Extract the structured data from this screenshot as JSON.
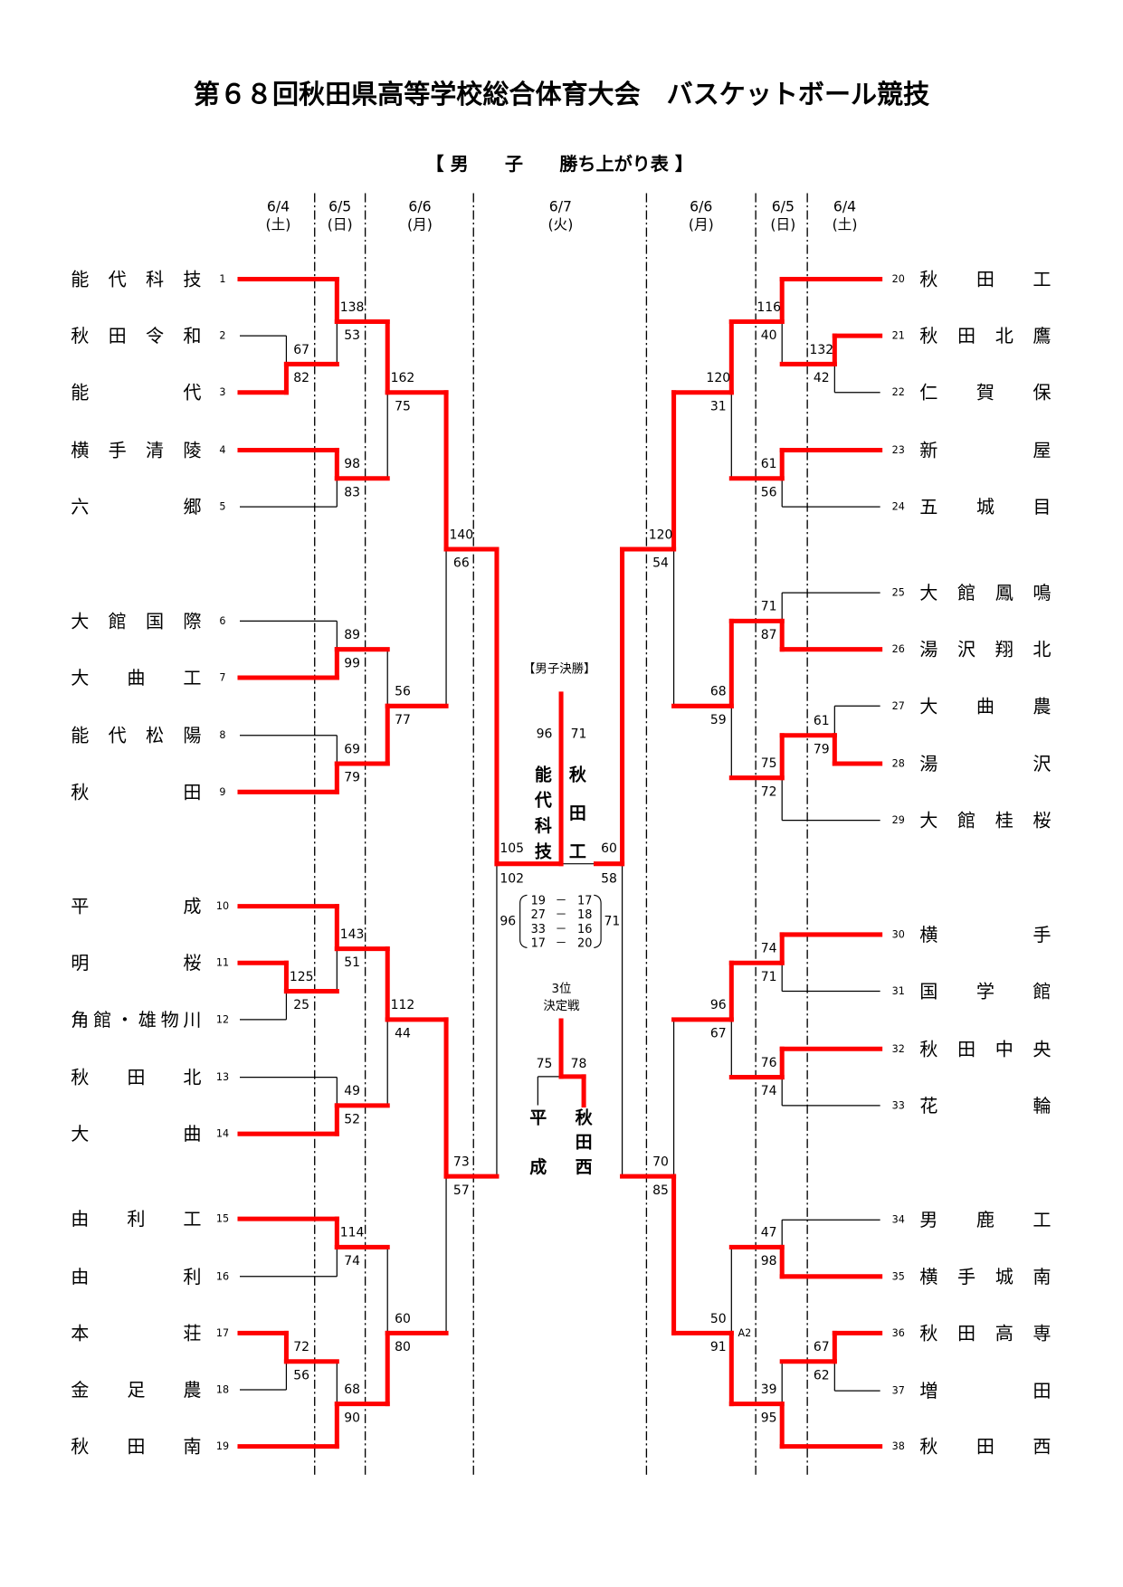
{
  "title": "第６８回秋田県高等学校総合体育大会　バスケットボール競技",
  "subtitle": "【 男　　子　　勝ち上がり表 】",
  "schedule": [
    {
      "date": "6/4",
      "day": "(土)"
    },
    {
      "date": "6/5",
      "day": "(日)"
    },
    {
      "date": "6/6",
      "day": "(月)"
    },
    {
      "date": "6/7",
      "day": "(火)"
    },
    {
      "date": "6/6",
      "day": "(月)"
    },
    {
      "date": "6/5",
      "day": "(日)"
    },
    {
      "date": "6/4",
      "day": "(土)"
    }
  ],
  "colors": {
    "winner_line": "#ff0000",
    "loser_line": "#000000"
  },
  "teams": [
    {
      "seed": 1,
      "name": "能代科技"
    },
    {
      "seed": 2,
      "name": "秋田令和"
    },
    {
      "seed": 3,
      "name": "能代"
    },
    {
      "seed": 4,
      "name": "横手清陵"
    },
    {
      "seed": 5,
      "name": "六郷"
    },
    {
      "seed": 6,
      "name": "大館国際"
    },
    {
      "seed": 7,
      "name": "大曲工"
    },
    {
      "seed": 8,
      "name": "能代松陽"
    },
    {
      "seed": 9,
      "name": "秋田"
    },
    {
      "seed": 10,
      "name": "平成"
    },
    {
      "seed": 11,
      "name": "明桜"
    },
    {
      "seed": 12,
      "name": "角館・雄物川"
    },
    {
      "seed": 13,
      "name": "秋田北"
    },
    {
      "seed": 14,
      "name": "大曲"
    },
    {
      "seed": 15,
      "name": "由利工"
    },
    {
      "seed": 16,
      "name": "由利"
    },
    {
      "seed": 17,
      "name": "本荘"
    },
    {
      "seed": 18,
      "name": "金足農"
    },
    {
      "seed": 19,
      "name": "秋田南"
    },
    {
      "seed": 20,
      "name": "秋田工"
    },
    {
      "seed": 21,
      "name": "秋田北鷹"
    },
    {
      "seed": 22,
      "name": "仁賀保"
    },
    {
      "seed": 23,
      "name": "新屋"
    },
    {
      "seed": 24,
      "name": "五城目"
    },
    {
      "seed": 25,
      "name": "大館鳳鳴"
    },
    {
      "seed": 26,
      "name": "湯沢翔北"
    },
    {
      "seed": 27,
      "name": "大曲農"
    },
    {
      "seed": 28,
      "name": "湯沢"
    },
    {
      "seed": 29,
      "name": "大館桂桜"
    },
    {
      "seed": 30,
      "name": "横手"
    },
    {
      "seed": 31,
      "name": "国学館"
    },
    {
      "seed": 32,
      "name": "秋田中央"
    },
    {
      "seed": 33,
      "name": "花輪"
    },
    {
      "seed": 34,
      "name": "男鹿工"
    },
    {
      "seed": 35,
      "name": "横手城南"
    },
    {
      "seed": 36,
      "name": "秋田高専"
    },
    {
      "seed": 37,
      "name": "増田"
    },
    {
      "seed": 38,
      "name": "秋田西"
    }
  ],
  "matches": [
    {
      "id": "L1",
      "a": {
        "team": 2
      },
      "b": {
        "team": 3
      },
      "score_a": 67,
      "score_b": 82,
      "winner": "b"
    },
    {
      "id": "L2",
      "a": {
        "team": 1
      },
      "b": {
        "match": "L1"
      },
      "score_a": 138,
      "score_b": 53,
      "winner": "a"
    },
    {
      "id": "L3",
      "a": {
        "team": 4
      },
      "b": {
        "team": 5
      },
      "score_a": 98,
      "score_b": 83,
      "winner": "a"
    },
    {
      "id": "L4",
      "a": {
        "match": "L2"
      },
      "b": {
        "match": "L3"
      },
      "score_a": 162,
      "score_b": 75,
      "winner": "a"
    },
    {
      "id": "L5",
      "a": {
        "team": 6
      },
      "b": {
        "team": 7
      },
      "score_a": 89,
      "score_b": 99,
      "winner": "b"
    },
    {
      "id": "L6",
      "a": {
        "team": 8
      },
      "b": {
        "team": 9
      },
      "score_a": 69,
      "score_b": 79,
      "winner": "b"
    },
    {
      "id": "L7",
      "a": {
        "match": "L5"
      },
      "b": {
        "match": "L6"
      },
      "score_a": 56,
      "score_b": 77,
      "winner": "b"
    },
    {
      "id": "L8",
      "a": {
        "match": "L4"
      },
      "b": {
        "match": "L7"
      },
      "score_a": 140,
      "score_b": 66,
      "winner": "a"
    },
    {
      "id": "L9",
      "a": {
        "team": 11
      },
      "b": {
        "team": 12
      },
      "score_a": 125,
      "score_b": 25,
      "winner": "a"
    },
    {
      "id": "L10",
      "a": {
        "team": 10
      },
      "b": {
        "match": "L9"
      },
      "score_a": 143,
      "score_b": 51,
      "winner": "a"
    },
    {
      "id": "L11",
      "a": {
        "team": 13
      },
      "b": {
        "team": 14
      },
      "score_a": 49,
      "score_b": 52,
      "winner": "b"
    },
    {
      "id": "L12",
      "a": {
        "match": "L10"
      },
      "b": {
        "match": "L11"
      },
      "score_a": 112,
      "score_b": 44,
      "winner": "a"
    },
    {
      "id": "L13",
      "a": {
        "team": 15
      },
      "b": {
        "team": 16
      },
      "score_a": 114,
      "score_b": 74,
      "winner": "a"
    },
    {
      "id": "L14",
      "a": {
        "team": 17
      },
      "b": {
        "team": 18
      },
      "score_a": 72,
      "score_b": 56,
      "winner": "a"
    },
    {
      "id": "L15",
      "a": {
        "match": "L14"
      },
      "b": {
        "team": 19
      },
      "score_a": 68,
      "score_b": 90,
      "winner": "b"
    },
    {
      "id": "L16",
      "a": {
        "match": "L13"
      },
      "b": {
        "match": "L15"
      },
      "score_a": 60,
      "score_b": 80,
      "winner": "b"
    },
    {
      "id": "L17",
      "a": {
        "match": "L12"
      },
      "b": {
        "match": "L16"
      },
      "score_a": 73,
      "score_b": 57,
      "winner": "a"
    },
    {
      "id": "LS",
      "a": {
        "match": "L8"
      },
      "b": {
        "match": "L17"
      },
      "score_a": 105,
      "score_b": 102,
      "winner": "a"
    },
    {
      "id": "R1",
      "a": {
        "team": 21
      },
      "b": {
        "team": 22
      },
      "score_a": 132,
      "score_b": 42,
      "winner": "a"
    },
    {
      "id": "R2",
      "a": {
        "team": 20
      },
      "b": {
        "match": "R1"
      },
      "score_a": 116,
      "score_b": 40,
      "winner": "a"
    },
    {
      "id": "R3",
      "a": {
        "team": 23
      },
      "b": {
        "team": 24
      },
      "score_a": 61,
      "score_b": 56,
      "winner": "a"
    },
    {
      "id": "R4",
      "a": {
        "match": "R2"
      },
      "b": {
        "match": "R3"
      },
      "score_a": 120,
      "score_b": 31,
      "winner": "a"
    },
    {
      "id": "R5",
      "a": {
        "team": 25
      },
      "b": {
        "team": 26
      },
      "score_a": 71,
      "score_b": 87,
      "winner": "b"
    },
    {
      "id": "R6",
      "a": {
        "team": 27
      },
      "b": {
        "team": 28
      },
      "score_a": 61,
      "score_b": 79,
      "winner": "b"
    },
    {
      "id": "R7",
      "a": {
        "match": "R6"
      },
      "b": {
        "team": 29
      },
      "score_a": 75,
      "score_b": 72,
      "winner": "a"
    },
    {
      "id": "R8",
      "a": {
        "match": "R5"
      },
      "b": {
        "match": "R7"
      },
      "score_a": 68,
      "score_b": 59,
      "winner": "a"
    },
    {
      "id": "R9",
      "a": {
        "match": "R4"
      },
      "b": {
        "match": "R8"
      },
      "score_a": 120,
      "score_b": 54,
      "winner": "a"
    },
    {
      "id": "R10",
      "a": {
        "team": 30
      },
      "b": {
        "team": 31
      },
      "score_a": 74,
      "score_b": 71,
      "winner": "a"
    },
    {
      "id": "R11",
      "a": {
        "team": 32
      },
      "b": {
        "team": 33
      },
      "score_a": 76,
      "score_b": 74,
      "winner": "a"
    },
    {
      "id": "R12",
      "a": {
        "match": "R10"
      },
      "b": {
        "match": "R11"
      },
      "score_a": 96,
      "score_b": 67,
      "winner": "a"
    },
    {
      "id": "R13",
      "a": {
        "team": 34
      },
      "b": {
        "team": 35
      },
      "score_a": 47,
      "score_b": 98,
      "winner": "b"
    },
    {
      "id": "R14",
      "a": {
        "team": 36
      },
      "b": {
        "team": 37
      },
      "score_a": 67,
      "score_b": 62,
      "winner": "a"
    },
    {
      "id": "R15",
      "a": {
        "match": "R14"
      },
      "b": {
        "team": 38
      },
      "score_a": 39,
      "score_b": 95,
      "winner": "b"
    },
    {
      "id": "R16",
      "a": {
        "match": "R13"
      },
      "b": {
        "match": "R15"
      },
      "score_a": 50,
      "score_b": 91,
      "winner": "b",
      "note": "A2"
    },
    {
      "id": "R17",
      "a": {
        "match": "R12"
      },
      "b": {
        "match": "R16"
      },
      "score_a": 70,
      "score_b": 85,
      "winner": "b"
    },
    {
      "id": "RS",
      "a": {
        "match": "R9"
      },
      "b": {
        "match": "R17"
      },
      "score_a": 60,
      "score_b": 58,
      "winner": "a"
    }
  ],
  "final": {
    "label": "【男子決勝】",
    "team_a": "能代科技",
    "team_b": "秋田工",
    "score_a": 96,
    "score_b": 71,
    "winner": "a",
    "period_separator": "－",
    "periods": [
      [
        19,
        17
      ],
      [
        27,
        18
      ],
      [
        33,
        16
      ],
      [
        17,
        20
      ]
    ]
  },
  "third_place": {
    "label_line1": "3位",
    "label_line2": "決定戦",
    "team_a": "平成",
    "team_b": "秋田西",
    "score_a": 75,
    "score_b": 78,
    "winner": "b"
  }
}
